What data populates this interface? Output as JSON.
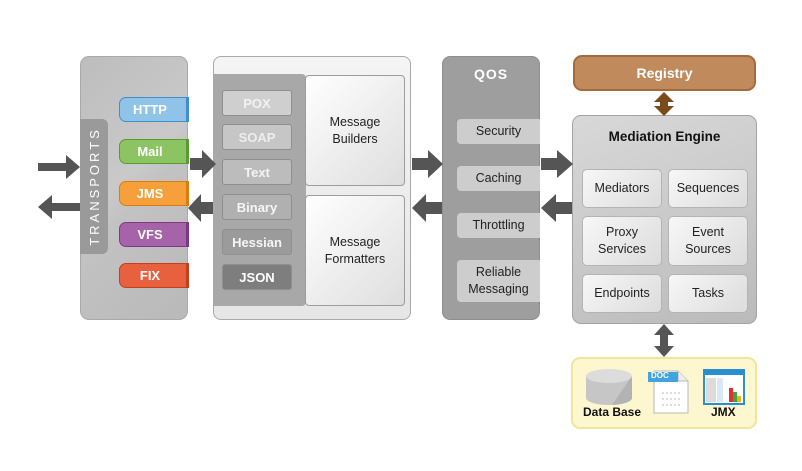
{
  "transports": {
    "label": "TRANSPORTS",
    "items": [
      {
        "label": "HTTP",
        "color": "#8fc3e8",
        "border": "#3f8fcc"
      },
      {
        "label": "Mail",
        "color": "#8cc463",
        "border": "#5a9a32"
      },
      {
        "label": "JMS",
        "color": "#f5a03a",
        "border": "#d97d12"
      },
      {
        "label": "VFS",
        "color": "#a663aa",
        "border": "#7c3a82"
      },
      {
        "label": "FIX",
        "color": "#e8613f",
        "border": "#c2401f"
      }
    ]
  },
  "message": {
    "formats": [
      {
        "label": "POX",
        "bg": "#cfcfcf",
        "fg": "#f2f2f2"
      },
      {
        "label": "SOAP",
        "bg": "#c6c6c6",
        "fg": "#eeeeee"
      },
      {
        "label": "Text",
        "bg": "#bcbcbc",
        "fg": "#f4f4f4"
      },
      {
        "label": "Binary",
        "bg": "#b0b0b0",
        "fg": "#f6f6f6"
      },
      {
        "label": "Hessian",
        "bg": "#9b9b9b",
        "fg": "#f6f6f6"
      },
      {
        "label": "JSON",
        "bg": "#7e7e7e",
        "fg": "#ffffff"
      }
    ],
    "builders": [
      "Message",
      "Builders"
    ],
    "formatters": [
      "Message",
      "Formatters"
    ]
  },
  "qos": {
    "title": "QOS",
    "items": [
      {
        "lines": [
          "Security"
        ]
      },
      {
        "lines": [
          "Caching"
        ]
      },
      {
        "lines": [
          "Throttling"
        ]
      },
      {
        "lines": [
          "Reliable",
          "Messaging"
        ]
      }
    ]
  },
  "registry": {
    "label": "Registry"
  },
  "engine": {
    "title": "Mediation Engine",
    "items": [
      {
        "lines": [
          "Mediators"
        ]
      },
      {
        "lines": [
          "Sequences"
        ]
      },
      {
        "lines": [
          "Proxy",
          "Services"
        ]
      },
      {
        "lines": [
          "Event",
          "Sources"
        ]
      },
      {
        "lines": [
          "Endpoints"
        ]
      },
      {
        "lines": [
          "Tasks"
        ]
      }
    ]
  },
  "storage": {
    "database": "Data Base",
    "doc_badge": "DOC",
    "jmx": "JMX"
  },
  "colors": {
    "arrow": "#555555",
    "registry_arrow": "#7a4a1e"
  }
}
